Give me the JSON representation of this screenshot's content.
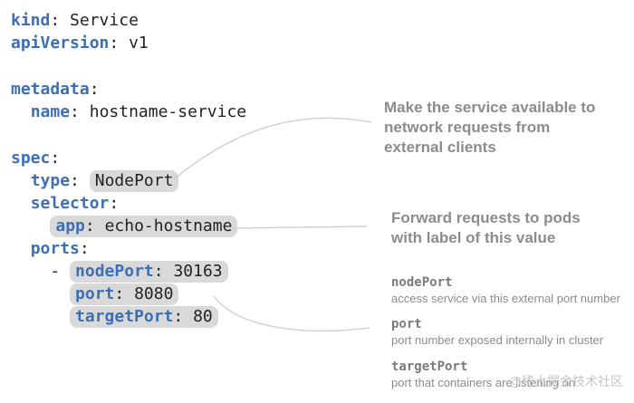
{
  "yaml": {
    "kind_key": "kind",
    "kind_value": "Service",
    "apiversion_key": "apiVersion",
    "apiversion_value": "v1",
    "metadata_key": "metadata",
    "name_key": "name",
    "name_value": "hostname-service",
    "spec_key": "spec",
    "type_key": "type",
    "type_value": "NodePort",
    "selector_key": "selector",
    "app_key": "app",
    "app_value": "echo-hostname",
    "ports_key": "ports",
    "dash": "-",
    "nodeport_key": "nodePort",
    "nodeport_value": "30163",
    "port_key": "port",
    "port_value": "8080",
    "targetport_key": "targetPort",
    "targetport_value": "80"
  },
  "callouts": {
    "nodeport_type": "Make the service available to network requests from external clients",
    "selector": "Forward requests to pods with label of this value"
  },
  "legend": [
    {
      "name": "nodePort",
      "desc": "access service via this external port number"
    },
    {
      "name": "port",
      "desc": "port number exposed internally in cluster"
    },
    {
      "name": "targetPort",
      "desc": "port that containers are listening on"
    }
  ],
  "watermark": "@稀土掘金技术社区"
}
